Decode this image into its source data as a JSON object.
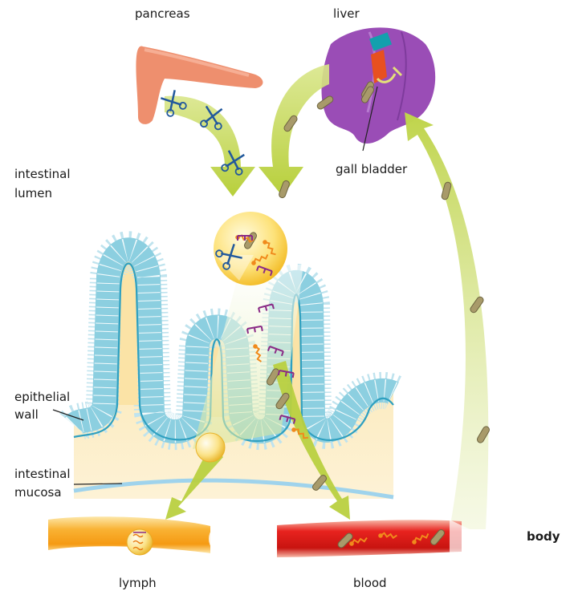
{
  "labels": {
    "pancreas": "pancreas",
    "liver": "liver",
    "gall_bladder": "gall bladder",
    "intestinal_lumen_1": "intestinal",
    "intestinal_lumen_2": "lumen",
    "epithelial_1": "epithelial",
    "epithelial_2": "wall",
    "mucosa_1": "intestinal",
    "mucosa_2": "mucosa",
    "body": "body",
    "lymph": "lymph",
    "blood": "blood"
  },
  "colors": {
    "arrow_green": "#c3d645",
    "villus_blue": "#9fd3e0",
    "villus_outline": "#4fb3cc",
    "mucosa_yellow": "#fbe7b5",
    "liver_purple": "#9c4fb8",
    "pancreas_pink": "#ec8f72",
    "blood_red": "#e8231f",
    "lymph_orange": "#f7a61a",
    "fatty_acid_orange": "#f08a1c",
    "glycerol_purple": "#8a2a86",
    "bile_salt_olive": "#a89a6a",
    "scissors_blue": "#21589c"
  },
  "icons": [
    "scissors-icon",
    "bile-salt-icon",
    "fatty-acid-icon",
    "micelle-icon",
    "chylomicron-icon"
  ]
}
